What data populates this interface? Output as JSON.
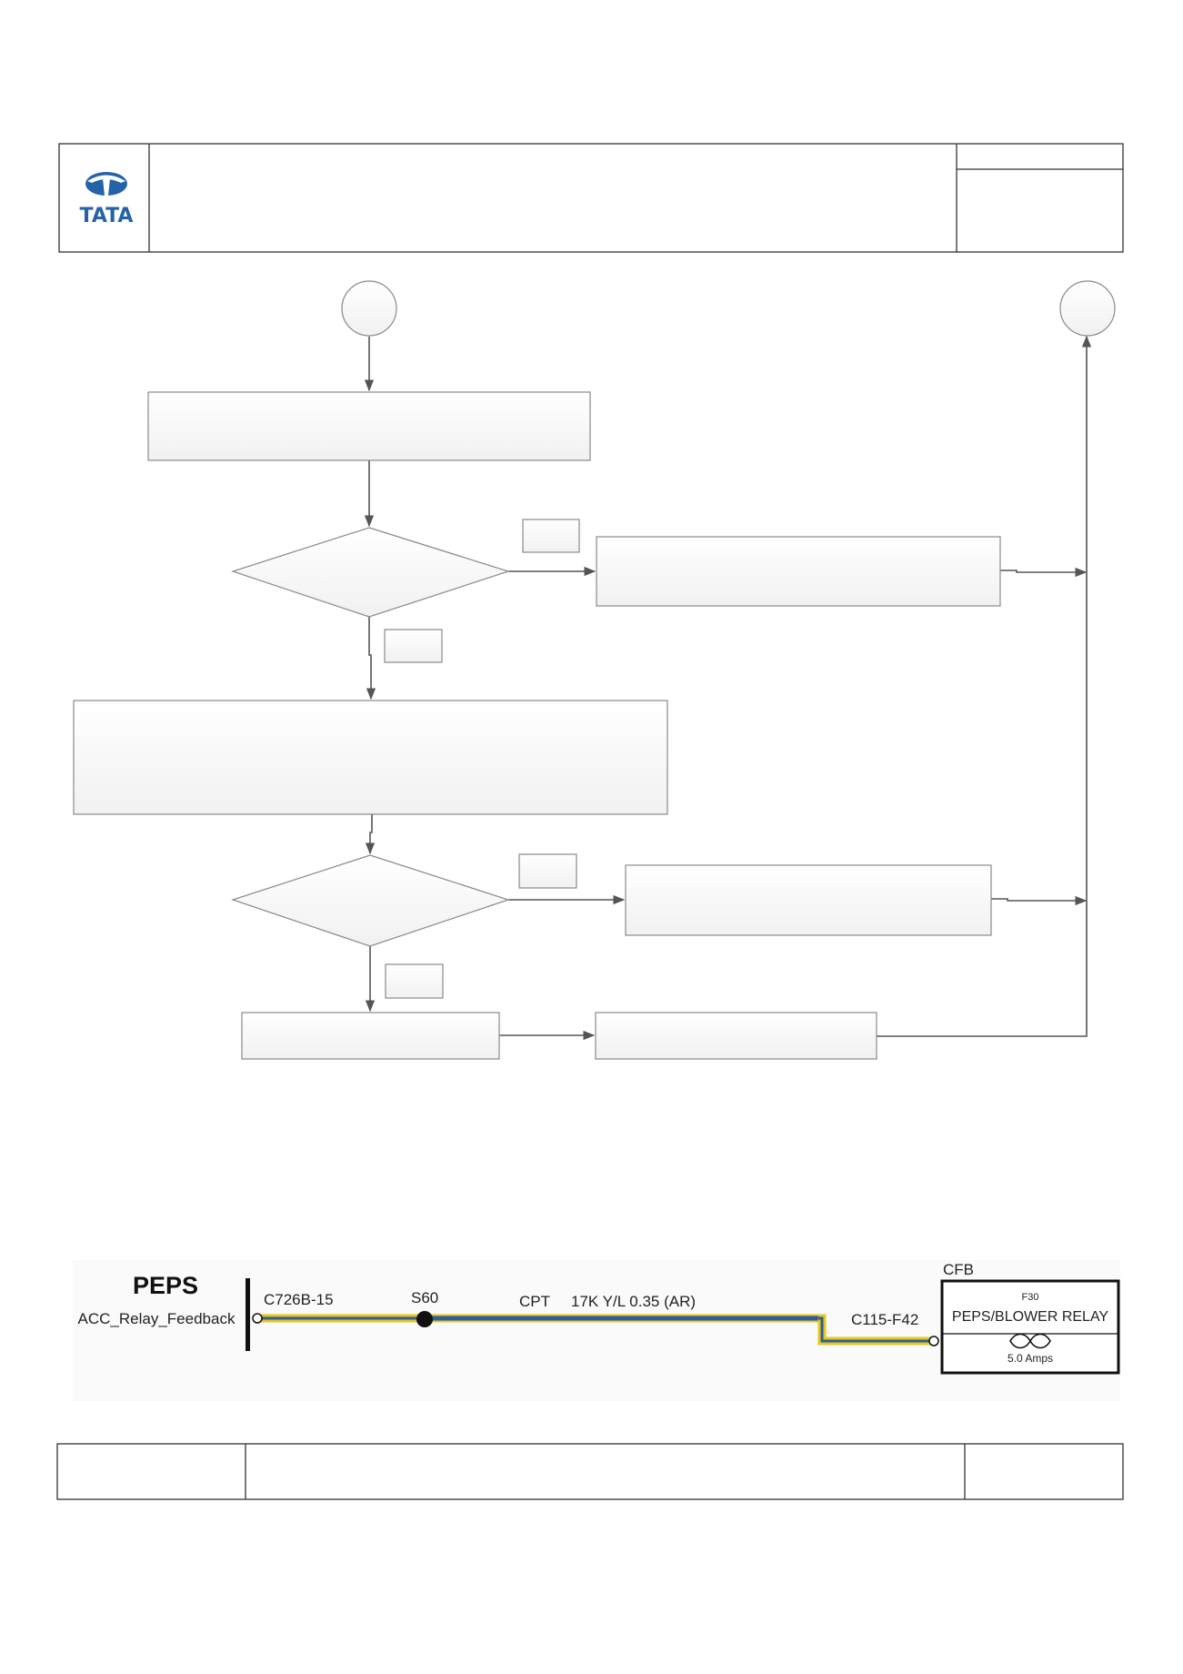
{
  "header": {
    "logo_text": "TATA",
    "title": "",
    "ref_top": "",
    "ref_bottom": ""
  },
  "flowchart": {
    "connector_start": "",
    "connector_end": "",
    "step1": "",
    "decision1": "",
    "decision1_yes_tag": "",
    "decision1_no_tag": "",
    "action1": "",
    "step2": "",
    "decision2": "",
    "decision2_yes_tag": "",
    "decision2_no_tag": "",
    "action2": "",
    "step3": "",
    "step4": ""
  },
  "wiring": {
    "module_name": "PEPS",
    "module_pin_name": "ACC_Relay_Feedback",
    "connector_left": "C726B-15",
    "splice": "S60",
    "circuit": "CPT",
    "wire_spec": "17K Y/L 0.35 (AR)",
    "connector_right": "C115-F42",
    "fuse_box": "CFB",
    "fuse_id": "F30",
    "fuse_name": "PEPS/BLOWER RELAY",
    "fuse_rating": "5.0 Amps",
    "wire_colors": {
      "primary": "#e8c520",
      "tracer": "#2d5f9a"
    }
  },
  "footer": {
    "left": "",
    "center": "",
    "right": ""
  }
}
